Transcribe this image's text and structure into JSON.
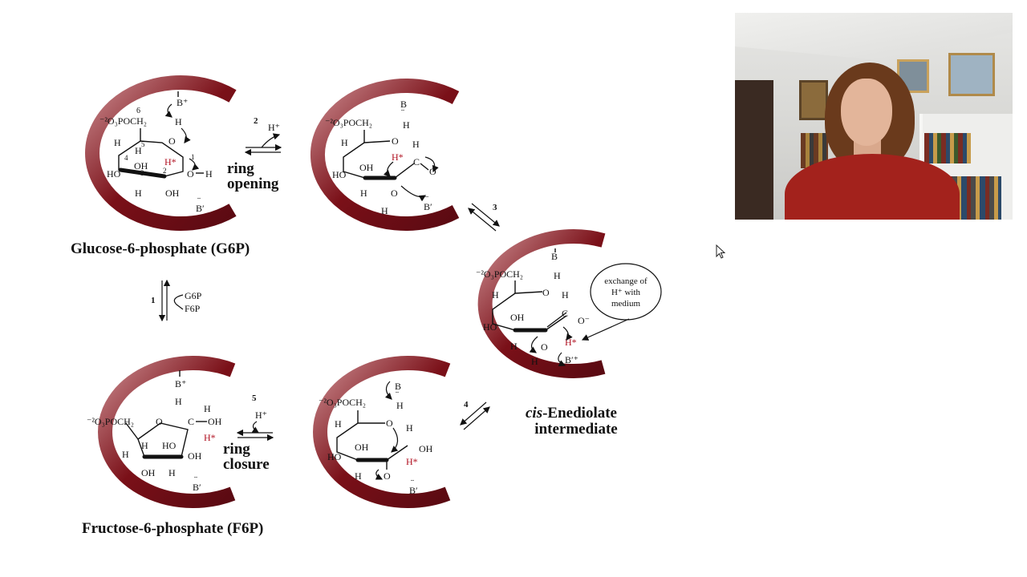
{
  "diagram": {
    "compounds": {
      "g6p": "Glucose-6-phosphate (G6P)",
      "f6p": "Fructose-6-phosphate (F6P)",
      "intermediate_line1_italic": "cis",
      "intermediate_line1_rest": "-Enediolate",
      "intermediate_line2": "intermediate"
    },
    "steps": {
      "s1": "1",
      "s1_top": "G6P",
      "s1_bottom": "F6P",
      "s2": "2",
      "s2_species": "H⁺",
      "s2_label_line1": "ring",
      "s2_label_line2": "opening",
      "s3": "3",
      "s4": "4",
      "s5": "5",
      "s5_species": "H⁺",
      "s5_label_line1": "ring",
      "s5_label_line2": "closure"
    },
    "callout": {
      "line1": "exchange of",
      "line2": "H⁺ with",
      "line3": "medium"
    },
    "atoms": {
      "phosphate": "⁻²O₃POCH₂",
      "H": "H",
      "O": "O",
      "OH": "OH",
      "HO": "HO",
      "H_star": "H*",
      "O_minus": "O⁻",
      "C": "C",
      "B": "B",
      "B_plus": "B⁺",
      "B_prime": "B′",
      "B_prime_plus": "B′⁺",
      "lone_pair": "¨",
      "c6": "6",
      "c5": "5",
      "c4": "4",
      "c3": "3",
      "c2": "2",
      "c1": "1"
    }
  },
  "video": {
    "icon": "webcam-presenter"
  },
  "colors": {
    "enzyme_dark": "#5a0a12",
    "enzyme_mid": "#9c2a32",
    "enzyme_light": "#e8c4c4",
    "label_red": "#b01020"
  }
}
